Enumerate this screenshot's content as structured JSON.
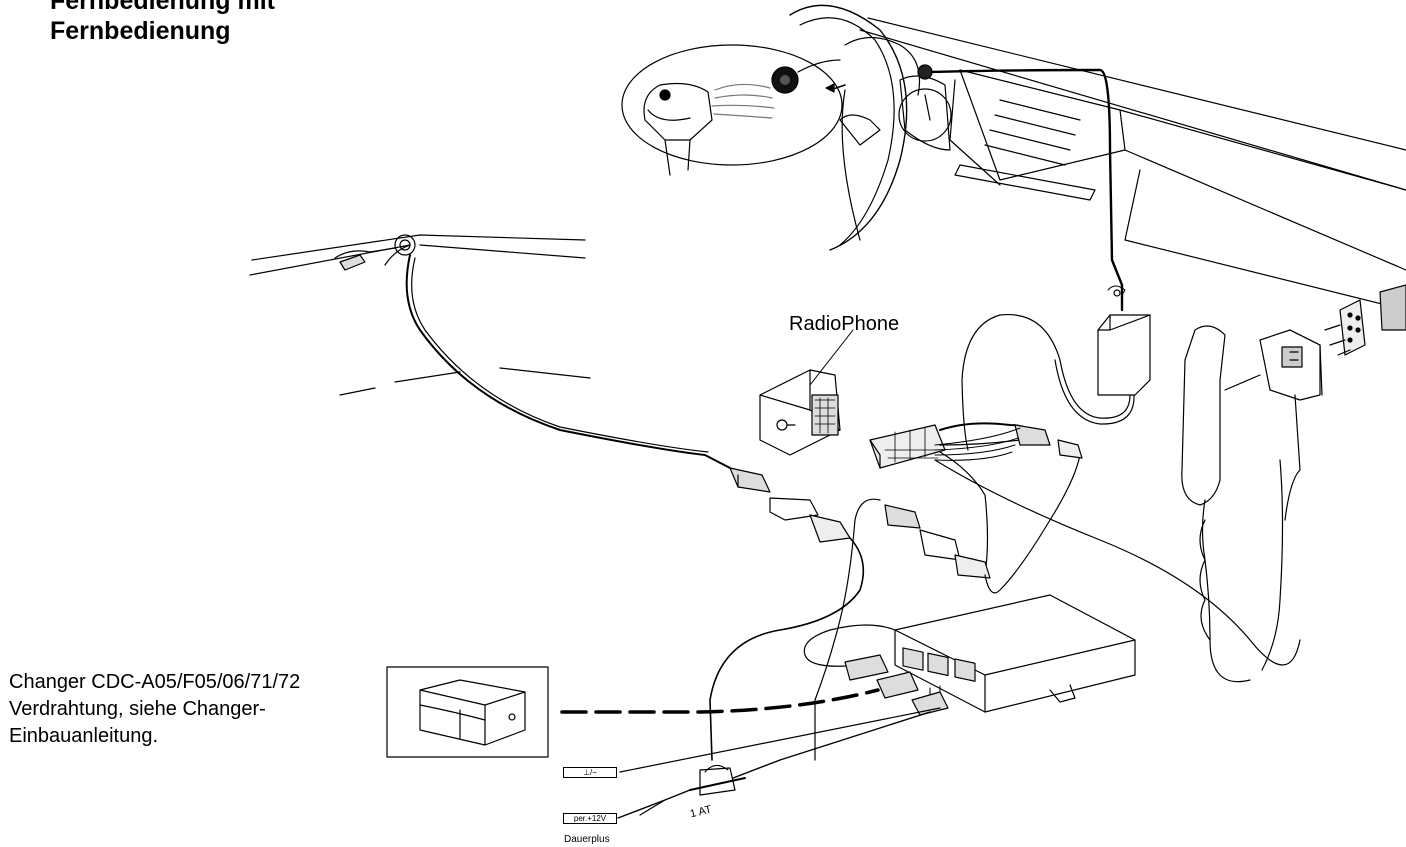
{
  "heading": {
    "line1": "Fernbedienung mit",
    "line2": "Fernbedienung"
  },
  "labels": {
    "radiophone": "RadioPhone",
    "changer_line1": "Changer CDC-A05/F05/06/71/72",
    "changer_line2": "Verdrahtung, siehe Changer-",
    "changer_line3": "Einbauanleitung.",
    "ground": "⊥/−",
    "per12v": "per.+12V",
    "dauerplus": "Dauerplus",
    "fuse": "1 AT"
  }
}
